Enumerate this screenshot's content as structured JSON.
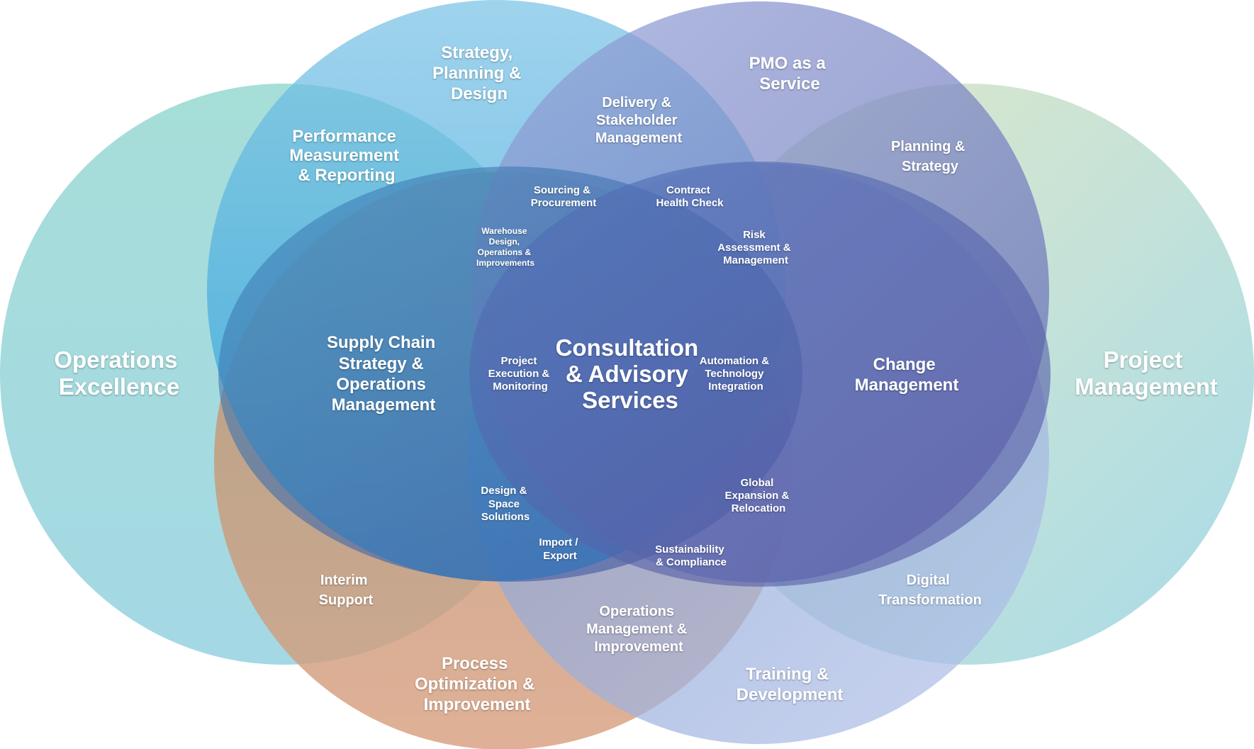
{
  "colors": {
    "operations_excellence": [
      "#a2dcd6",
      "#9fd6e3"
    ],
    "project_management": [
      "#dde6c6",
      "#a6dbe7"
    ],
    "strategy": [
      "#75bfe6",
      "#2aa0dc"
    ],
    "pmo": [
      "#8ea0d6",
      "#6b6fb6"
    ],
    "process_optimization": [
      "#e3a37c",
      "#c88a6b"
    ],
    "training": [
      "#a8bce6",
      "#8f9fd7"
    ],
    "supply_chain": [
      "#3d7eb4",
      "#3a6eae"
    ],
    "change_management": [
      "#5763ad",
      "#5b5ca6"
    ],
    "text": "#ffffff"
  },
  "labels": {
    "operations_excellence": [
      "Operations",
      "Excellence"
    ],
    "project_management": [
      "Project",
      "Management"
    ],
    "strategy_planning_design": [
      "Strategy,",
      "Planning &",
      "Design"
    ],
    "pmo_as_a_service": [
      "PMO as a",
      "Service"
    ],
    "performance_measurement": [
      "Performance",
      "Measurement",
      "& Reporting"
    ],
    "delivery_stakeholder": [
      "Delivery &",
      "Stakeholder",
      "Management"
    ],
    "planning_strategy": [
      "Planning &",
      "Strategy"
    ],
    "sourcing_procurement": [
      "Sourcing &",
      "Procurement"
    ],
    "contract_health_check": [
      "Contract",
      "Health Check"
    ],
    "warehouse_design": [
      "Warehouse",
      "Design,",
      "Operations &",
      "Improvements"
    ],
    "risk_assessment": [
      "Risk",
      "Assessment &",
      "Management"
    ],
    "supply_chain_strategy": [
      "Supply Chain",
      "Strategy &",
      "Operations",
      "Management"
    ],
    "project_execution": [
      "Project",
      "Execution &",
      "Monitoring"
    ],
    "consultation_advisory": [
      "Consultation",
      "& Advisory",
      "Services"
    ],
    "automation_technology": [
      "Automation &",
      "Technology",
      "Integration"
    ],
    "change_management": [
      "Change",
      "Management"
    ],
    "design_space": [
      "Design &",
      "Space",
      "Solutions"
    ],
    "global_expansion": [
      "Global",
      "Expansion &",
      "Relocation"
    ],
    "import_export": [
      "Import /",
      "Export"
    ],
    "sustainability_compliance": [
      "Sustainability",
      "& Compliance"
    ],
    "interim_support": [
      "Interim",
      "Support"
    ],
    "digital_transformation": [
      "Digital",
      "Transformation"
    ],
    "operations_management": [
      "Operations",
      "Management &",
      "Improvement"
    ],
    "process_optimization": [
      "Process",
      "Optimization &",
      "Improvement"
    ],
    "training_development": [
      "Training &",
      "Development"
    ]
  }
}
